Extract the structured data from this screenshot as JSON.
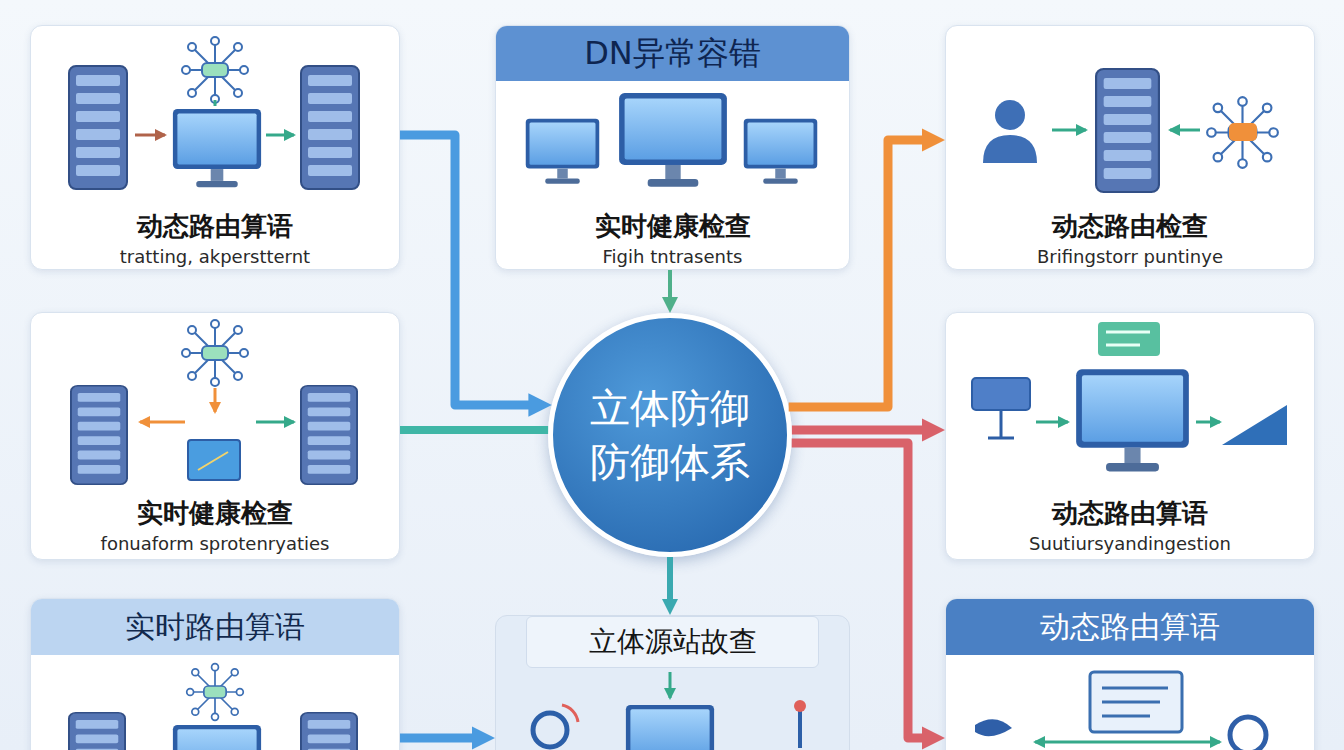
{
  "diagram": {
    "nodes": [
      {
        "text": [
          "动态路由算语",
          "tratting, akperstternt"
        ]
      },
      {
        "text": [
          "DN异常容错",
          "实时健康检查",
          "Figih tntrasents"
        ]
      },
      {
        "text": [
          "动态路由检查",
          "Brifingstorr puntinye"
        ]
      },
      {
        "text": [
          "实时健康检查",
          "fonuaform sprotenryaties"
        ]
      },
      {
        "text": [
          "立体防御 防御体系"
        ]
      },
      {
        "text": [
          "动态路由算语",
          "Suutiursyandingestion"
        ]
      },
      {
        "text": [
          "实时路由算语"
        ]
      },
      {
        "text": [
          "立体源站故查"
        ]
      },
      {
        "text": [
          "动态路由算语"
        ]
      }
    ],
    "edges": [
      {
        "from": 0,
        "to": 4,
        "arrow": "to"
      },
      {
        "from": 1,
        "to": 4,
        "arrow": "to"
      },
      {
        "from": 3,
        "to": 4,
        "arrow": "none"
      },
      {
        "from": 4,
        "to": 7,
        "arrow": "to"
      },
      {
        "from": 4,
        "to": 2,
        "arrow": "to"
      },
      {
        "from": 4,
        "to": 5,
        "arrow": "to"
      },
      {
        "from": 4,
        "to": 8,
        "arrow": "to"
      },
      {
        "from": 6,
        "to": 7,
        "arrow": "to"
      }
    ]
  }
}
